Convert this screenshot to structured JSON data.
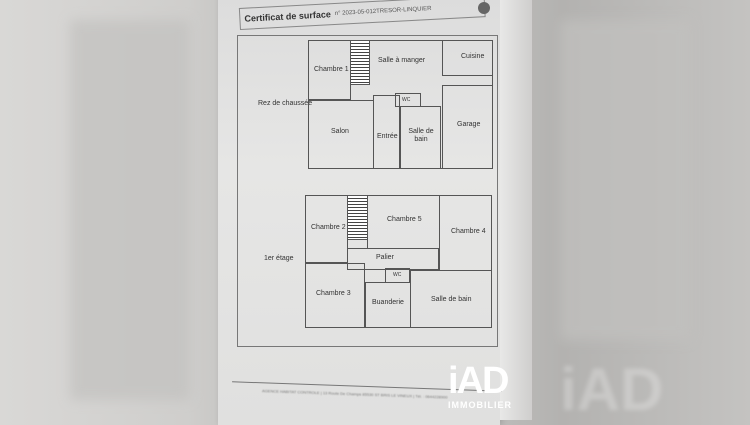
{
  "document": {
    "title": "Certificat de surface",
    "reference": "n° 2023-05-012TRESOR-LINQUIER",
    "footer": "AGENCE HABITAT CONTROLE | 13 Route De Champs 85530 ST BRIS LE VINEUX | Tél. : 0644228900"
  },
  "floors": [
    {
      "label": "Rez de chaussée",
      "rooms": [
        "Chambre 1",
        "Salle à manger",
        "Cuisine",
        "WC",
        "Salon",
        "Entrée",
        "Salle de bain",
        "Garage"
      ]
    },
    {
      "label": "1er étage",
      "rooms": [
        "Chambre 2",
        "Chambre 5",
        "Chambre 4",
        "Palier",
        "WC",
        "Chambre 3",
        "Buanderie",
        "Salle de bain"
      ]
    }
  ],
  "branding": {
    "logo": "iAD",
    "tagline": "IMMOBILIER"
  },
  "colors": {
    "paper": "#e4e4e3",
    "lines": "#555555",
    "logo": "#ffffff"
  }
}
